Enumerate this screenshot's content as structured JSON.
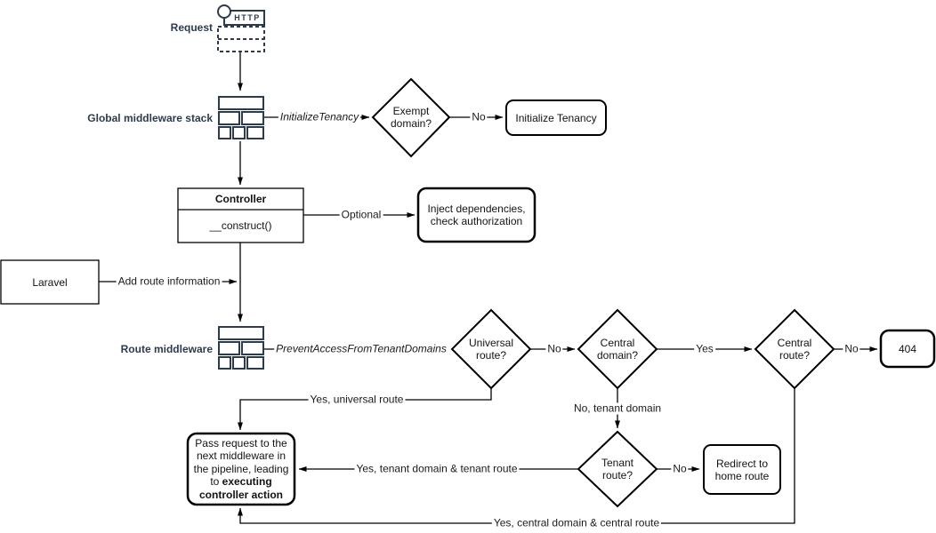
{
  "colors": {
    "shape_stroke": "#000000",
    "shape_fill": "#ffffff",
    "icon_navy": "#2d3b4e",
    "background": "#ffffff"
  },
  "sections": {
    "request_label": "Request",
    "global_middleware_label": "Global middleware stack",
    "route_middleware_label": "Route middleware"
  },
  "request_icon": {
    "http": "HTTP"
  },
  "nodes": {
    "exempt_domain": {
      "line1": "Exempt",
      "line2": "domain?"
    },
    "initialize_tenancy": {
      "label": "Initialize Tenancy"
    },
    "controller": {
      "title": "Controller",
      "member": "__construct()"
    },
    "inject_dependencies": {
      "line1": "Inject dependencies,",
      "line2": "check authorization"
    },
    "laravel": {
      "label": "Laravel"
    },
    "universal_route": {
      "line1": "Universal",
      "line2": "route?"
    },
    "central_domain": {
      "line1": "Central",
      "line2": "domain?"
    },
    "central_route": {
      "line1": "Central",
      "line2": "route?"
    },
    "not_found": {
      "label": "404"
    },
    "tenant_route": {
      "line1": "Tenant",
      "line2": "route?"
    },
    "redirect_home": {
      "line1": "Redirect to",
      "line2": "home route"
    },
    "pass_request": {
      "text": "Pass request to the next middleware in the pipeline, leading to ",
      "bold": "executing controller action"
    }
  },
  "edges": {
    "initialize_tenancy_mw": "InitializeTenancy",
    "exempt_no": "No",
    "optional": "Optional",
    "add_route_info": "Add route information",
    "prevent_access_mw": "PreventAccessFromTenantDomains",
    "universal_no": "No",
    "central_domain_yes": "Yes",
    "central_route_no": "No",
    "no_tenant_domain": "No, tenant domain",
    "tenant_no": "No",
    "yes_universal": "Yes, universal route",
    "yes_tenant": "Yes, tenant domain & tenant route",
    "yes_central": "Yes, central domain & central route"
  }
}
